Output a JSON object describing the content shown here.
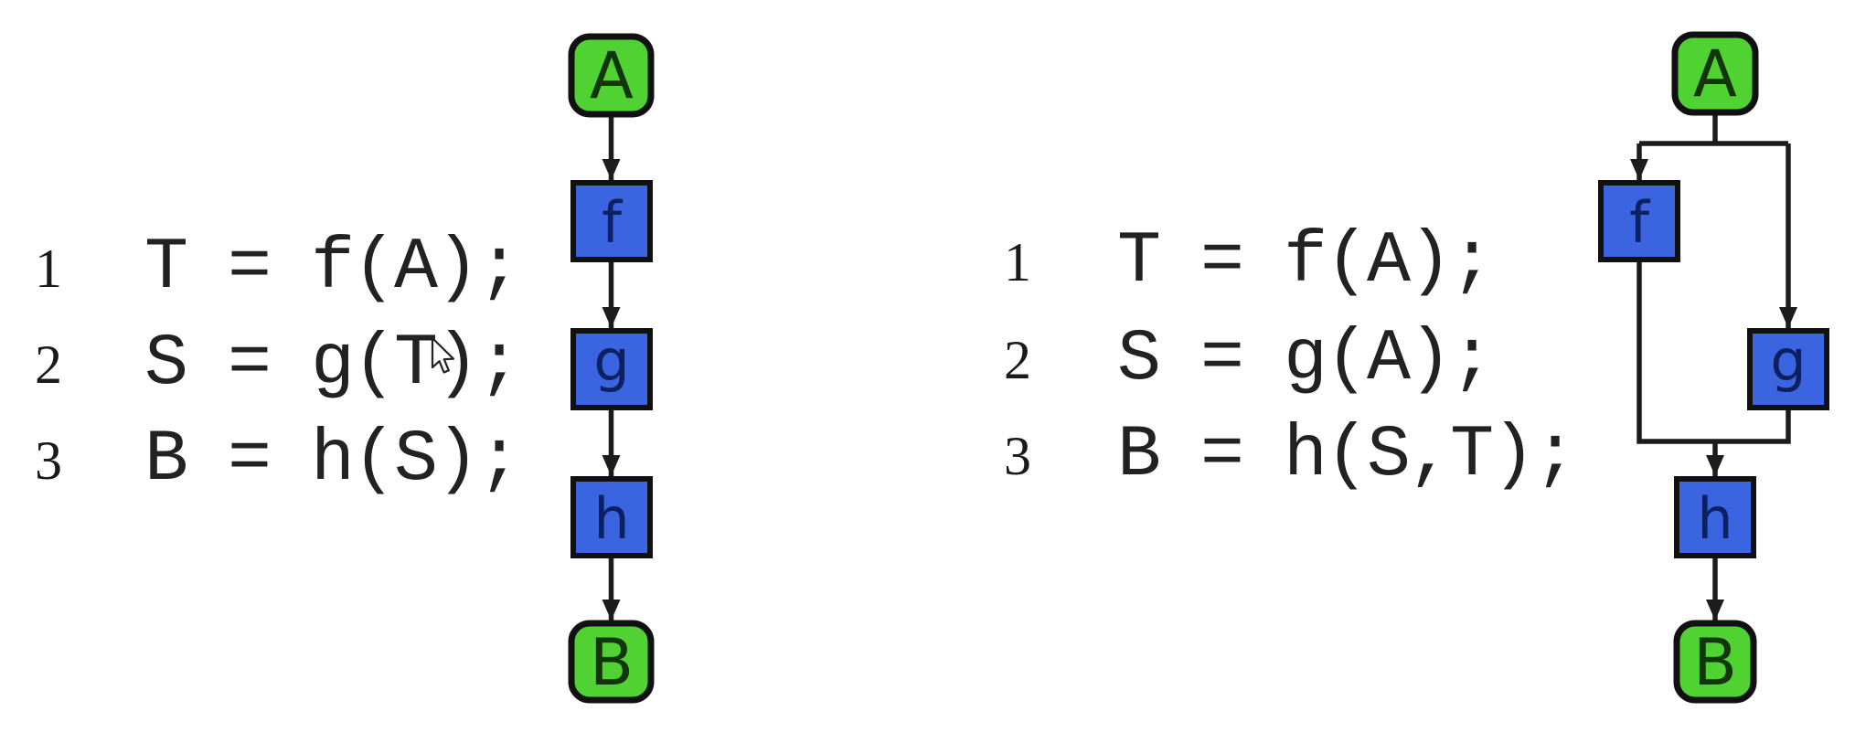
{
  "colors": {
    "background": "#ffffff",
    "data_node_fill": "#4fd232",
    "op_node_fill": "#3b64e0",
    "node_border": "#111111",
    "edge": "#1c1c1c",
    "code_text": "#222222",
    "line_number_text": "#1a1a1a",
    "letter_on_green": "#12350b",
    "letter_on_blue": "#0c2161"
  },
  "panels": [
    {
      "name": "sequential-version",
      "code": {
        "lines": [
          {
            "number": "1",
            "text": "T = f(A);"
          },
          {
            "number": "2",
            "text": "S = g(T);"
          },
          {
            "number": "3",
            "text": "B = h(S);"
          }
        ]
      },
      "graph": {
        "type": "dataflow-dag",
        "nodes": [
          {
            "id": "A",
            "label": "A",
            "kind": "data"
          },
          {
            "id": "f",
            "label": "f",
            "kind": "operation"
          },
          {
            "id": "g",
            "label": "g",
            "kind": "operation"
          },
          {
            "id": "h",
            "label": "h",
            "kind": "operation"
          },
          {
            "id": "B",
            "label": "B",
            "kind": "data"
          }
        ],
        "edges": [
          {
            "from": "A",
            "to": "f"
          },
          {
            "from": "f",
            "to": "g"
          },
          {
            "from": "g",
            "to": "h"
          },
          {
            "from": "h",
            "to": "B"
          }
        ]
      }
    },
    {
      "name": "parallel-version",
      "code": {
        "lines": [
          {
            "number": "1",
            "text": "T = f(A);"
          },
          {
            "number": "2",
            "text": "S = g(A);"
          },
          {
            "number": "3",
            "text": "B = h(S,T);"
          }
        ]
      },
      "graph": {
        "type": "dataflow-dag",
        "nodes": [
          {
            "id": "A",
            "label": "A",
            "kind": "data"
          },
          {
            "id": "f",
            "label": "f",
            "kind": "operation"
          },
          {
            "id": "g",
            "label": "g",
            "kind": "operation"
          },
          {
            "id": "h",
            "label": "h",
            "kind": "operation"
          },
          {
            "id": "B",
            "label": "B",
            "kind": "data"
          }
        ],
        "edges": [
          {
            "from": "A",
            "to": "f"
          },
          {
            "from": "A",
            "to": "g"
          },
          {
            "from": "f",
            "to": "h"
          },
          {
            "from": "g",
            "to": "h"
          },
          {
            "from": "h",
            "to": "B"
          }
        ]
      }
    }
  ],
  "cursor": {
    "shape": "arrow-pointer"
  }
}
